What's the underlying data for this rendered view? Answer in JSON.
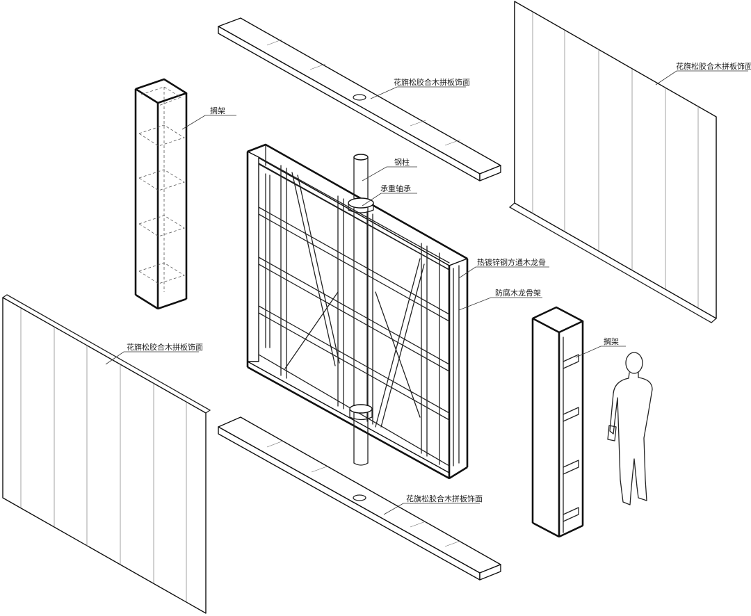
{
  "labels": {
    "top_plank": "花旗松胶合木拼板饰面",
    "right_panel": "花旗松胶合木拼板饰面",
    "left_panel": "花旗松胶合木拼板饰面",
    "bottom_plank": "花旗松胶合木拼板饰面",
    "left_shelf": "搁架",
    "right_shelf": "搁架",
    "steel_column": "钢柱",
    "bearing": "承重轴承",
    "steel_keel": "热镀锌钢方通木龙骨",
    "wood_frame": "防腐木龙骨架"
  }
}
